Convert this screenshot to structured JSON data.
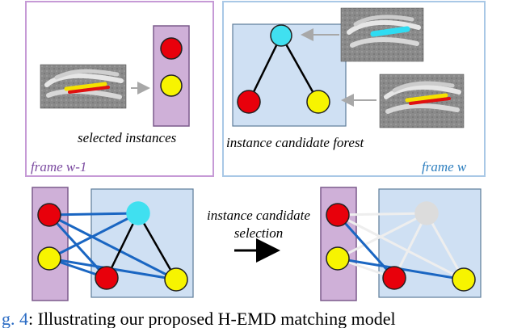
{
  "labels": {
    "selected_instances": "selected instances",
    "frame_prev": "frame w-1",
    "instance_candidate_forest": "instance candidate forest",
    "frame_current": "frame w",
    "selection_line1": "instance candidate",
    "selection_line2": "selection"
  },
  "caption": {
    "prefix": "g. 4",
    "text": ": Illustrating our proposed H-EMD matching model"
  },
  "colors": {
    "purple_panel": "#cfb0d8",
    "purple_border": "#b37fc6",
    "blue_panel": "#cfe0f3",
    "blue_border": "#8fb7df",
    "node_red": "#e8000b",
    "node_yellow": "#f7f400",
    "node_cyan": "#40e0f0",
    "node_gray": "#dcdcdc",
    "edge_blue": "#1a66c2",
    "edge_black": "#000000",
    "edge_light": "#eeeeee",
    "frame_prev_text": "#7b4aa0",
    "frame_current_text": "#2e7fbf",
    "caption_blue": "#2b6cc4",
    "arrow_gray": "#a8a8a8"
  },
  "icons": {
    "cell_image": "bacteria-microscopy-thumbnail"
  }
}
